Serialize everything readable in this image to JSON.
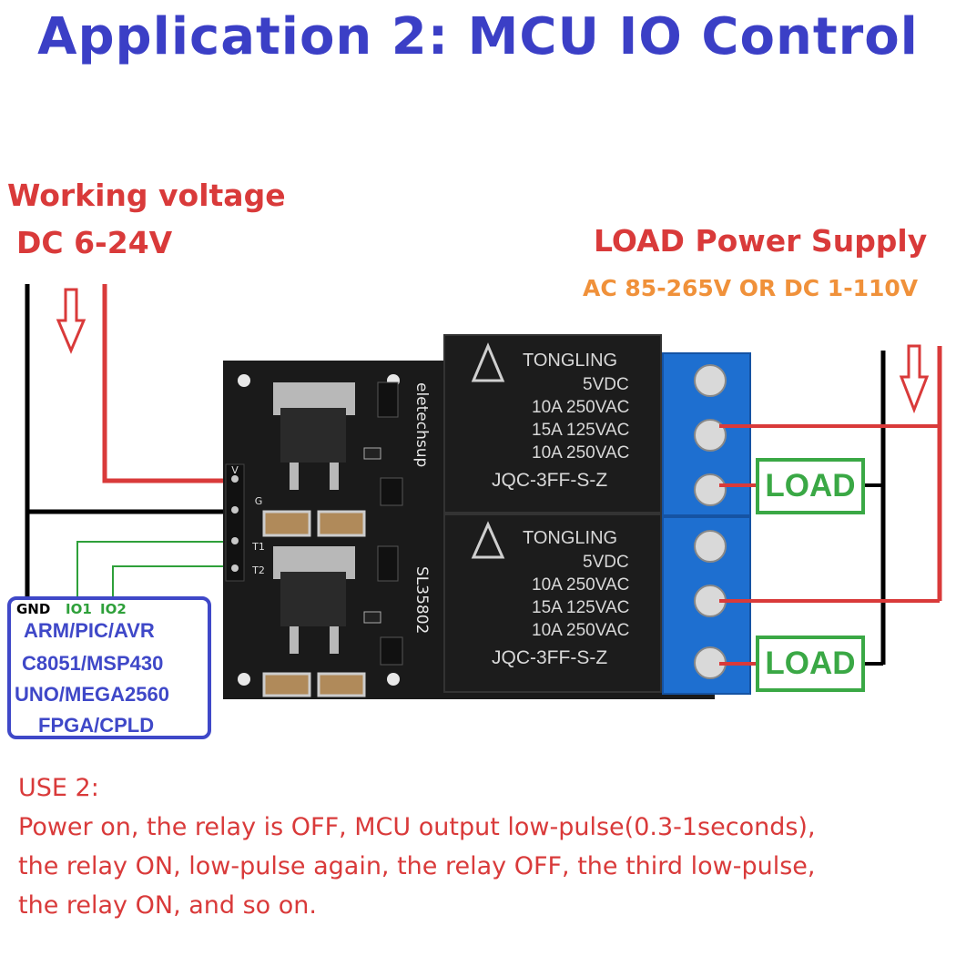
{
  "title": "Application 2: MCU IO Control",
  "working_voltage": {
    "line1": "Working voltage",
    "line2": "DC 6-24V"
  },
  "load_supply": {
    "title": "LOAD Power Supply",
    "range": "AC 85-265V OR DC 1-110V"
  },
  "load_labels": [
    "LOAD",
    "LOAD"
  ],
  "board": {
    "brand": "eletechsup",
    "model": "SL35802",
    "pins": [
      "V",
      "G",
      "T1",
      "T2"
    ],
    "relays": [
      {
        "brand": "TONGLING",
        "coil": "5VDC",
        "rating1": "10A 250VAC",
        "rating2": "15A 125VAC",
        "rating3": "10A 250VAC",
        "model": "JQC-3FF-S-Z"
      },
      {
        "brand": "TONGLING",
        "coil": "5VDC",
        "rating1": "10A 250VAC",
        "rating2": "15A 125VAC",
        "rating3": "10A 250VAC",
        "model": "JQC-3FF-S-Z"
      }
    ]
  },
  "mcu": {
    "pins": {
      "gnd": "GND",
      "io1": "IO1",
      "io2": "IO2"
    },
    "lines": [
      "ARM/PIC/AVR",
      "C8051/MSP430",
      "UNO/MEGA2560",
      "FPGA/CPLD"
    ]
  },
  "usage": {
    "heading": "USE 2:",
    "lines": [
      "Power on, the relay is OFF, MCU output low-pulse(0.3-1seconds),",
      "the relay ON, low-pulse again, the relay OFF, the third low-pulse,",
      "the relay ON, and so on."
    ]
  },
  "colors": {
    "title": "#3b3fc6",
    "red": "#d93a3a",
    "orange": "#f0913a",
    "green": "#3aa845",
    "blue": "#3f48c8",
    "terminal": "#1e6fd0",
    "pcb": "#1a1a1a"
  }
}
